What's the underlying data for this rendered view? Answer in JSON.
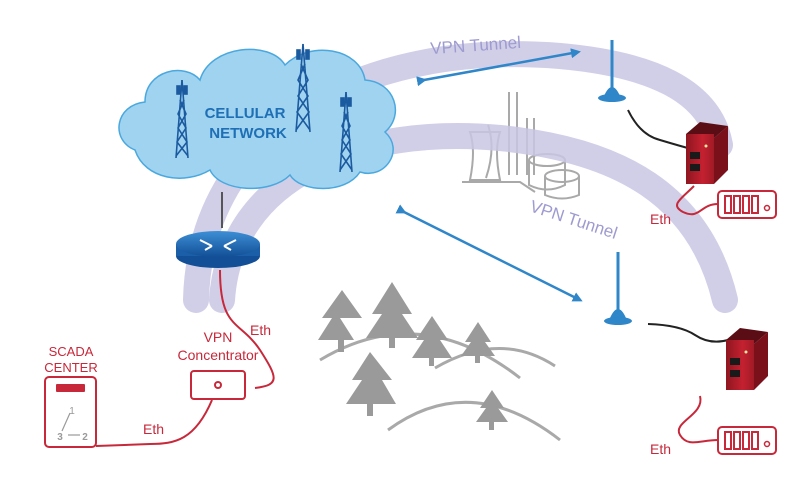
{
  "cloud": {
    "line1": "CELLULAR",
    "line2": "NETWORK"
  },
  "tunnels": {
    "upper": "VPN Tunnel",
    "lower": "VPN Tunnel"
  },
  "vpn_concentrator": {
    "line1": "VPN",
    "line2": "Concentrator"
  },
  "scada": {
    "line1": "SCADA",
    "line2": "CENTER",
    "node1": "1",
    "node2": "2",
    "node3": "3"
  },
  "eth_labels": {
    "router_to_concentrator": "Eth",
    "concentrator_to_scada": "Eth",
    "top_rtu": "Eth",
    "bottom_rtu": "Eth"
  },
  "colors": {
    "tunnel": "#c9c6e4",
    "arrow": "#2f86c8",
    "cable_red": "#c7283a",
    "cloud": "#9fd3f0",
    "cloud_text": "#1e6fb5",
    "grey_art": "#9a9a9a"
  }
}
